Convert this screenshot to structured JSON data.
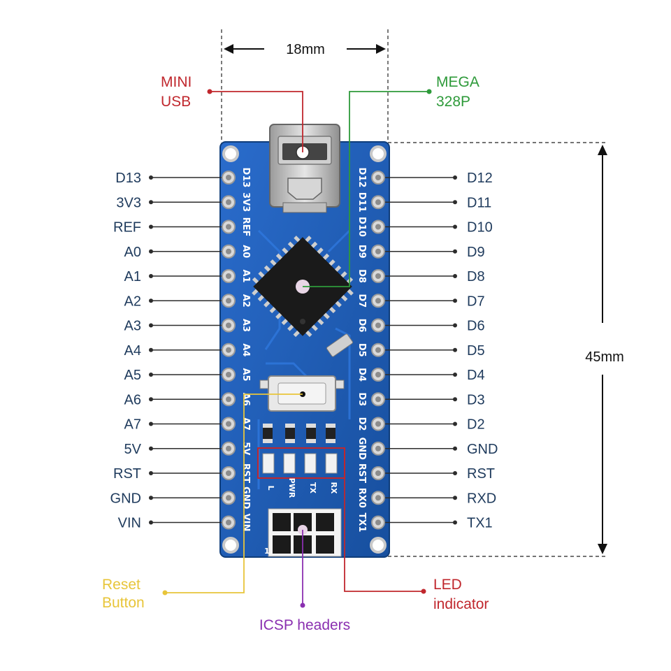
{
  "dimensions": {
    "width": "18mm",
    "height": "45mm"
  },
  "left_pins": [
    "D13",
    "3V3",
    "REF",
    "A0",
    "A1",
    "A2",
    "A3",
    "A4",
    "A5",
    "A6",
    "A7",
    "5V",
    "RST",
    "GND",
    "VIN"
  ],
  "right_pins": [
    "D12",
    "D11",
    "D10",
    "D9",
    "D8",
    "D7",
    "D6",
    "D5",
    "D4",
    "D3",
    "D2",
    "GND",
    "RST",
    "RXD",
    "TX1"
  ],
  "left_silk": [
    "D13",
    "3V3",
    "REF",
    "A0",
    "A1",
    "A2",
    "A3",
    "A4",
    "A5",
    "A6",
    "A7",
    "5V",
    "RST",
    "GND",
    "VIN"
  ],
  "right_silk": [
    "D12",
    "D11",
    "D10",
    "D9",
    "D8",
    "D7",
    "D6",
    "D5",
    "D4",
    "D3",
    "D2",
    "GND",
    "RST",
    "RX0",
    "TX1"
  ],
  "led_silk": [
    "L",
    "PWR",
    "TX",
    "RX"
  ],
  "icsp_silk": "1",
  "callouts": {
    "mini_usb": {
      "line1": "MINI",
      "line2": "USB",
      "color": "#c0272d"
    },
    "mega": {
      "line1": "MEGA",
      "line2": "328P",
      "color": "#2e9a3a"
    },
    "reset": {
      "line1": "Reset",
      "line2": "Button",
      "color": "#e8c53a"
    },
    "led": {
      "line1": "LED",
      "line2": "indicator",
      "color": "#c0272d"
    },
    "icsp": {
      "line1": "ICSP headers",
      "color": "#8a2fb0"
    }
  },
  "colors": {
    "board": "#1f5fb8",
    "board_dark": "#154a93",
    "pin_label": "#1e3a5c"
  }
}
